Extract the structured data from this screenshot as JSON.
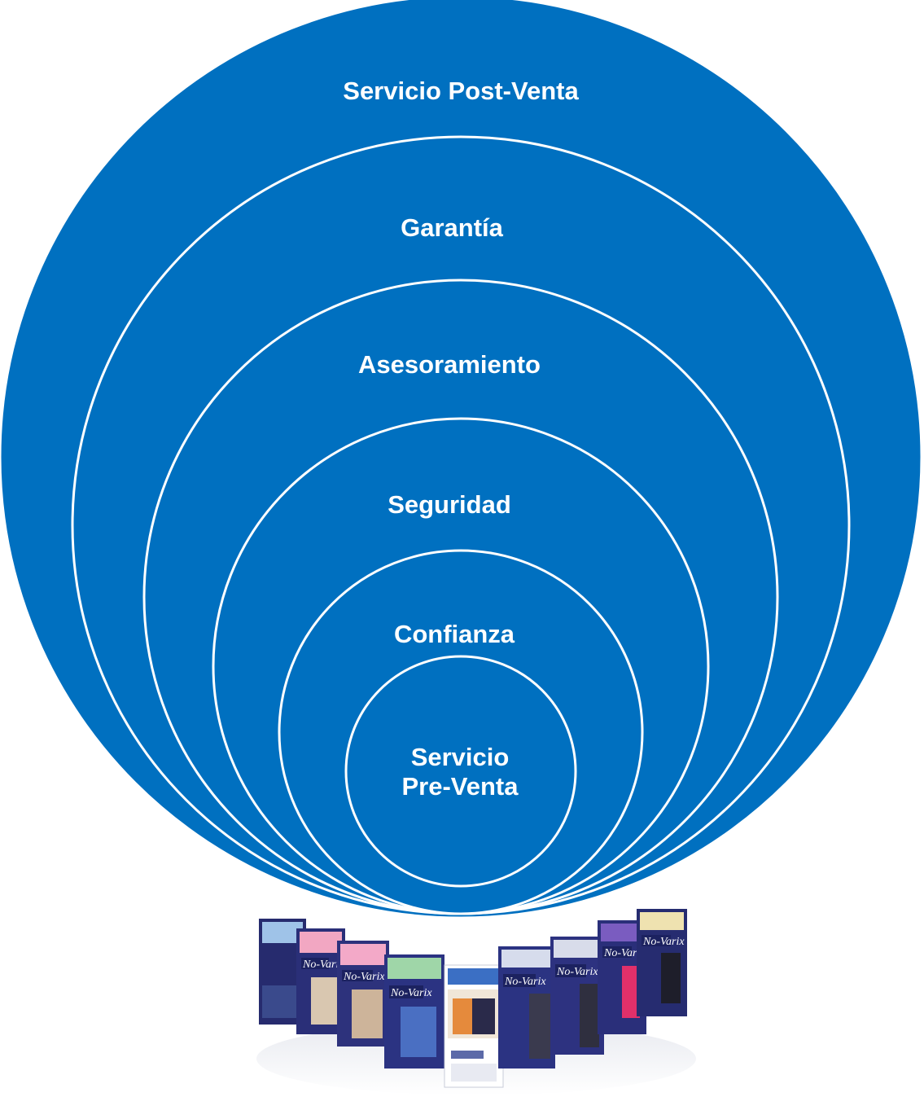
{
  "diagram": {
    "fill_color": "#0070C0",
    "stroke_color": "#ffffff",
    "rings": [
      {
        "label": "Servicio Post-Venta"
      },
      {
        "label": "Garantía"
      },
      {
        "label": "Asesoramiento"
      },
      {
        "label": "Seguridad"
      },
      {
        "label": "Confianza"
      },
      {
        "label_line1": "Servicio",
        "label_line2": "Pre-Venta"
      }
    ]
  },
  "product_photo": {
    "description_icon": "product-boxes-photo",
    "brand": "No-Varix"
  }
}
